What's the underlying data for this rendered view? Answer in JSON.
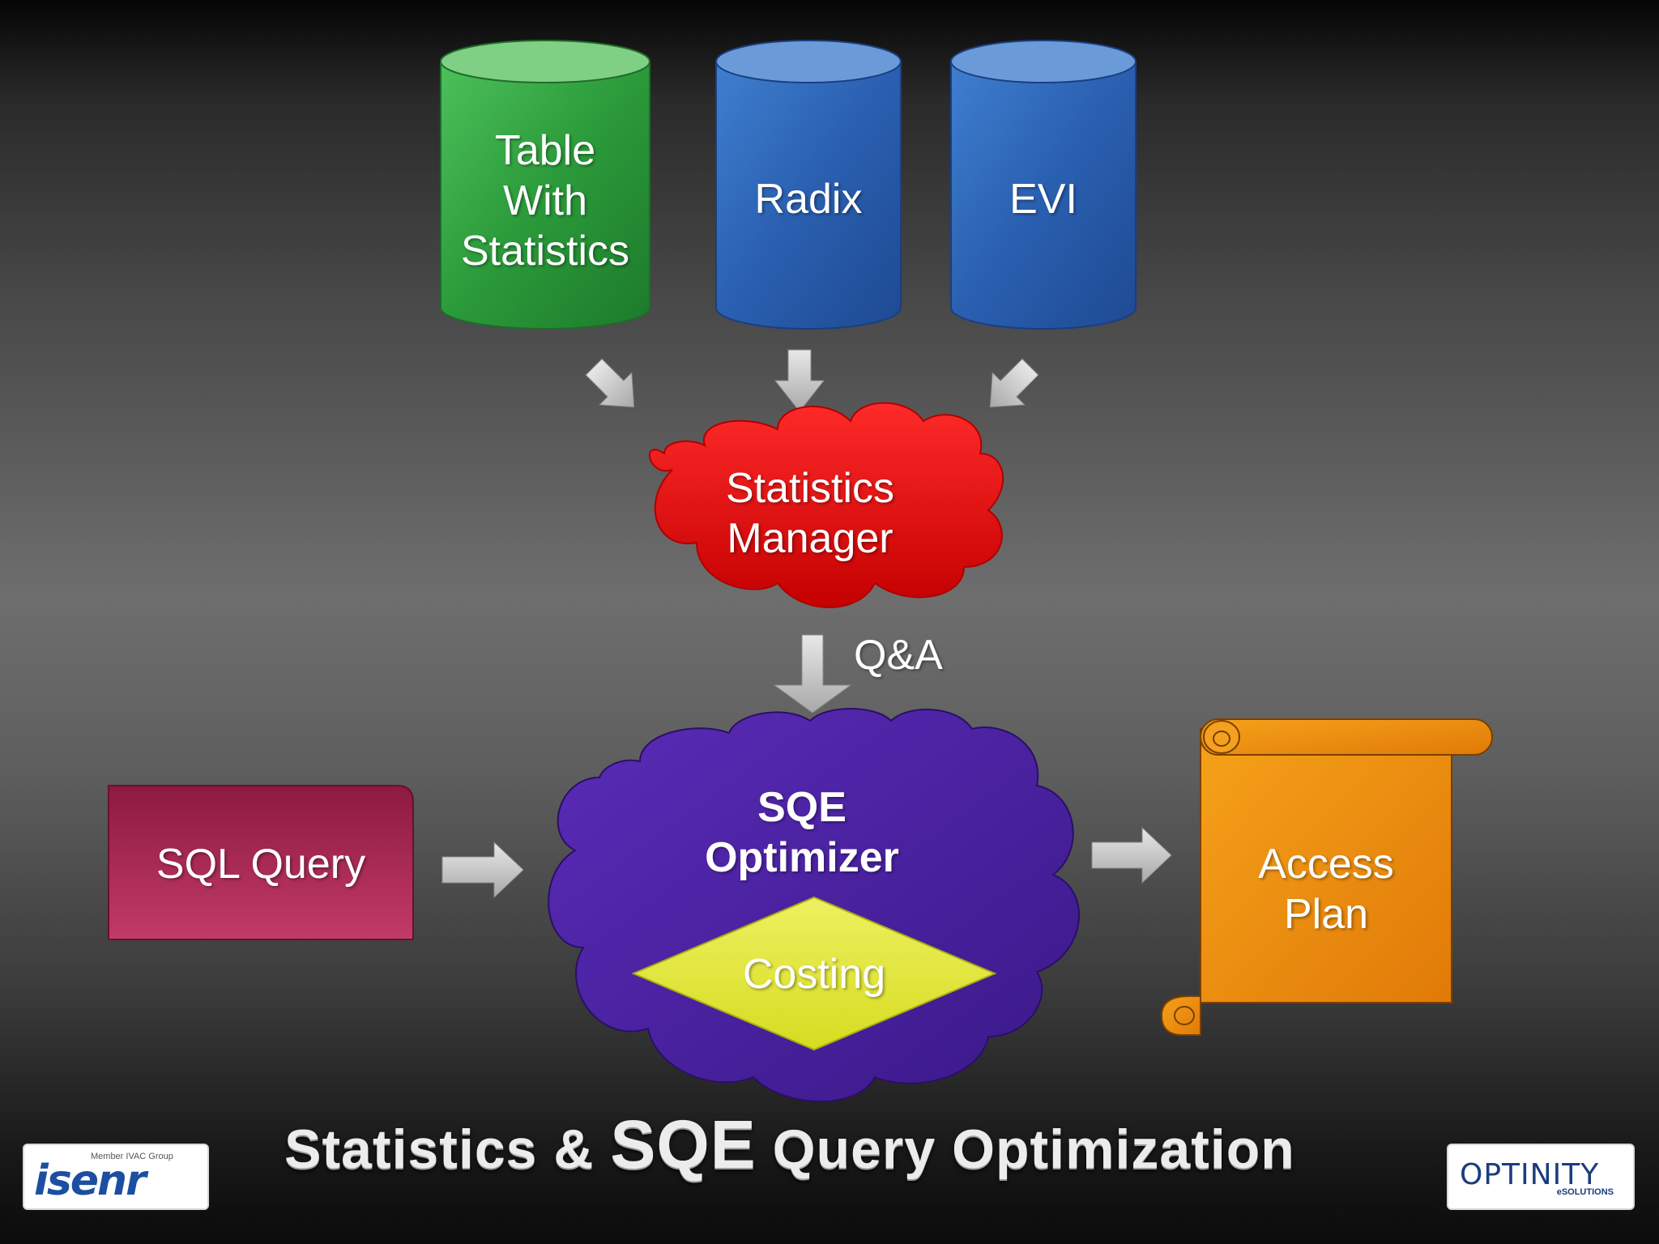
{
  "diagram": {
    "sources": [
      {
        "label_lines": [
          "Table",
          "With",
          "Statistics"
        ],
        "color": "#2e9a3c"
      },
      {
        "label": "Radix",
        "color": "#2f64b8"
      },
      {
        "label": "EVI",
        "color": "#2f64b8"
      }
    ],
    "statistics_manager": {
      "line1": "Statistics",
      "line2": "Manager",
      "color": "#e00d0d"
    },
    "qa_label": "Q&A",
    "optimizer": {
      "line1": "SQE",
      "line2": "Optimizer",
      "costing": "Costing",
      "color": "#4a1ea0",
      "costing_color": "#e6ea3a"
    },
    "sql_query": {
      "label": "SQL Query",
      "color": "#a0244e"
    },
    "access_plan": {
      "line1": "Access",
      "line2": "Plan",
      "color": "#f08a0a"
    }
  },
  "footer": {
    "title_part1": "Statistics & ",
    "title_part2": "SQE",
    "title_part3": " Query Optimization",
    "logo_left_text": "isenr",
    "logo_left_member": "Member IVAC Group",
    "logo_right_text": "OPTINITY",
    "logo_right_sub": "eSOLUTIONS"
  }
}
